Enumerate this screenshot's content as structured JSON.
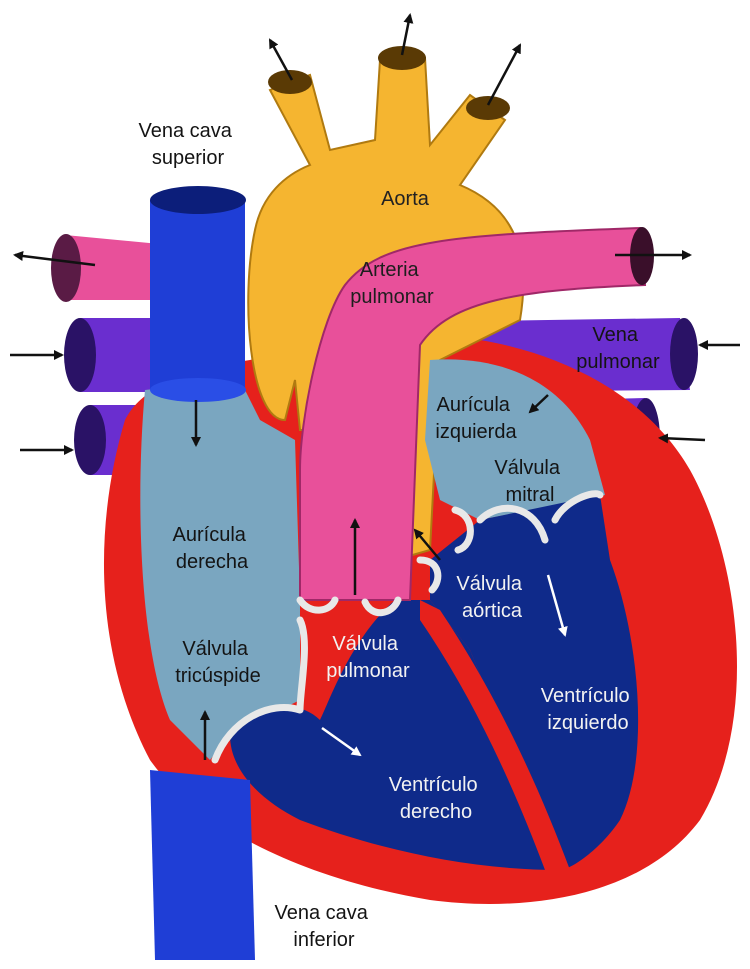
{
  "labels": {
    "vena_cava_superior": [
      "Vena cava",
      "superior"
    ],
    "aorta": "Aorta",
    "arteria_pulmonar": [
      "Arteria",
      "pulmonar"
    ],
    "vena_pulmonar": [
      "Vena",
      "pulmonar"
    ],
    "auricula_izquierda": [
      "Aurícula",
      "izquierda"
    ],
    "valvula_mitral": [
      "Válvula",
      "mitral"
    ],
    "auricula_derecha": [
      "Aurícula",
      "derecha"
    ],
    "valvula_aortica": [
      "Válvula",
      "aórtica"
    ],
    "valvula_tricuspide": [
      "Válvula",
      "tricúspide"
    ],
    "valvula_pulmonar": [
      "Válvula",
      "pulmonar"
    ],
    "ventriculo_izquierdo": [
      "Ventrículo",
      "izquierdo"
    ],
    "ventriculo_derecho": [
      "Ventrículo",
      "derecho"
    ],
    "vena_cava_inferior": [
      "Vena cava",
      "inferior"
    ]
  },
  "colors": {
    "aorta": "#f5b530",
    "pulmonary_artery": "#e8509a",
    "pulmonary_vein": "#6a2ecf",
    "vena_cava": "#1f3ed6",
    "atrium_chamber": "#7aa6c0",
    "ventricle_chamber": "#0f2a8a",
    "myocardium": "#e6211c",
    "valve": "#e8e8e8",
    "arrow": "#111111",
    "arrow_light": "#ffffff"
  }
}
